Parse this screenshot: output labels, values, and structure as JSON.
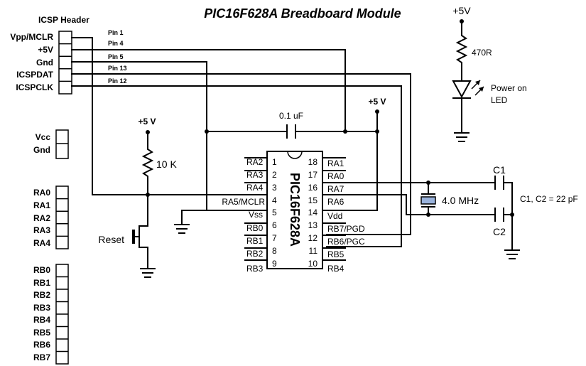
{
  "title": "PIC16F628A Breadboard Module",
  "icsp": {
    "header_label": "ICSP Header",
    "rows": [
      {
        "name": "Vpp/MCLR",
        "pin": "Pin 1"
      },
      {
        "name": "+5V",
        "pin": "Pin 4"
      },
      {
        "name": "Gnd",
        "pin": "Pin 5"
      },
      {
        "name": "ICSPDAT",
        "pin": "Pin 13"
      },
      {
        "name": "ICSPCLK",
        "pin": "Pin 12"
      }
    ]
  },
  "power_header": [
    "Vcc",
    "Gnd"
  ],
  "ra_header": [
    "RA0",
    "RA1",
    "RA2",
    "RA3",
    "RA4"
  ],
  "rb_header": [
    "RB0",
    "RB1",
    "RB2",
    "RB3",
    "RB4",
    "RB5",
    "RB6",
    "RB7"
  ],
  "chip": {
    "name": "PIC16F628A",
    "left_pins": [
      {
        "num": "1",
        "label": "RA2"
      },
      {
        "num": "2",
        "label": "RA3"
      },
      {
        "num": "3",
        "label": "RA4"
      },
      {
        "num": "4",
        "label": "RA5/MCLR"
      },
      {
        "num": "5",
        "label": "Vss"
      },
      {
        "num": "6",
        "label": "RB0"
      },
      {
        "num": "7",
        "label": "RB1"
      },
      {
        "num": "8",
        "label": "RB2"
      },
      {
        "num": "9",
        "label": "RB3"
      }
    ],
    "right_pins": [
      {
        "num": "18",
        "label": "RA1"
      },
      {
        "num": "17",
        "label": "RA0"
      },
      {
        "num": "16",
        "label": "RA7"
      },
      {
        "num": "15",
        "label": "RA6"
      },
      {
        "num": "14",
        "label": "Vdd"
      },
      {
        "num": "13",
        "label": "RB7/PGD"
      },
      {
        "num": "12",
        "label": "RB6/PGC"
      },
      {
        "num": "11",
        "label": "RB5"
      },
      {
        "num": "10",
        "label": "RB4"
      }
    ]
  },
  "components": {
    "reset_supply": "+5 V",
    "pullup_resistor": "10 K",
    "reset_button": "Reset",
    "decoupling_cap": "0.1 uF",
    "vdd_supply": "+5 V",
    "led_supply": "+5V",
    "led_resistor": "470R",
    "led_label_line1": "Power on",
    "led_label_line2": "LED",
    "crystal": "4.0 MHz",
    "cap_c1": "C1",
    "cap_c2": "C2",
    "cap_values": "C1, C2 = 22 pF"
  }
}
